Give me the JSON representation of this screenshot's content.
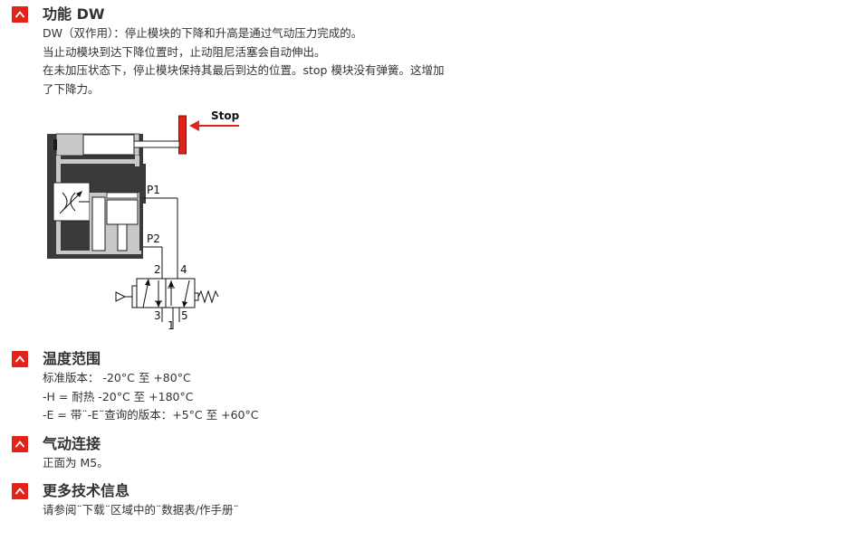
{
  "sections": [
    {
      "title": "功能 DW",
      "lines": [
        "DW（双作用）：停止模块的下降和升高是通过气动压力完成的。",
        "当止动模块到达下降位置时，止动阻尼活塞会自动伸出。",
        "在未加压状态下，停止模块保持其最后到达的位置。stop 模块没有弹簧。这增加",
        "了下降力。"
      ]
    },
    {
      "title": "温度范围",
      "lines": [
        "标准版本： -20°C 至 +80°C",
        "-H = 耐热 -20°C 至 +180°C",
        "-E = 带¨-E¨查询的版本：+5°C 至 +60°C"
      ]
    },
    {
      "title": "气动连接",
      "lines": [
        "正面为 M5。"
      ]
    },
    {
      "title": "更多技术信息",
      "lines": [
        "请参阅¨下载¨区域中的¨数据表/作手册¨"
      ]
    }
  ],
  "diagram": {
    "stop_label": "Stop",
    "port_p1": "P1",
    "port_p2": "P2",
    "port_2": "2",
    "port_4": "4",
    "port_3": "3",
    "port_5": "5",
    "port_1": "1",
    "accent_color": "#e2231a"
  },
  "colors": {
    "accent": "#e2231a",
    "text": "#333333"
  },
  "icons": {
    "toggle": "chevron-up-icon"
  }
}
